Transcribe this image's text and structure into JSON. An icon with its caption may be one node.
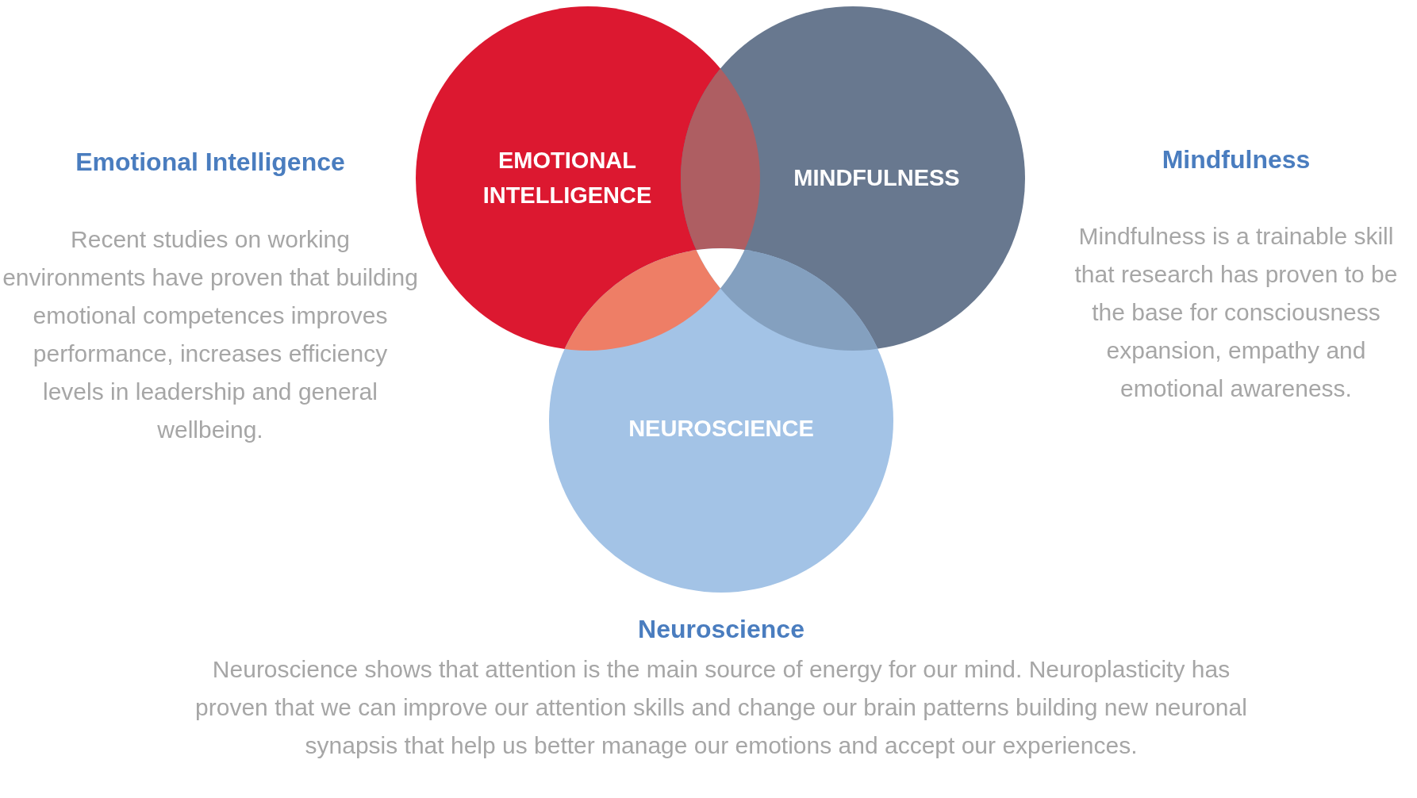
{
  "diagram": {
    "nodes": [
      {
        "text": [
          "EMOTIONAL INTELLIGENCE"
        ]
      },
      {
        "text": [
          "MINDFULNESS"
        ]
      },
      {
        "text": [
          "NEUROSCIENCE"
        ]
      }
    ],
    "edges": [],
    "labels": [
      "Emotional Intelligence",
      "Recent studies on working environments have proven that building emotional competences improves performance, increases efficiency levels in leadership and general wellbeing.",
      "Mindfulness",
      "Mindfulness is a trainable skill that research has proven to be the base for consciousness expansion, empathy and emotional awareness.",
      "Neuroscience",
      "Neuroscience shows that attention is the main source of energy for our mind. Neuroplasticity has proven that we can improve our attention skills and change our brain patterns building new neuronal synapsis that help us better manage our emotions and accept our experiences."
    ]
  }
}
